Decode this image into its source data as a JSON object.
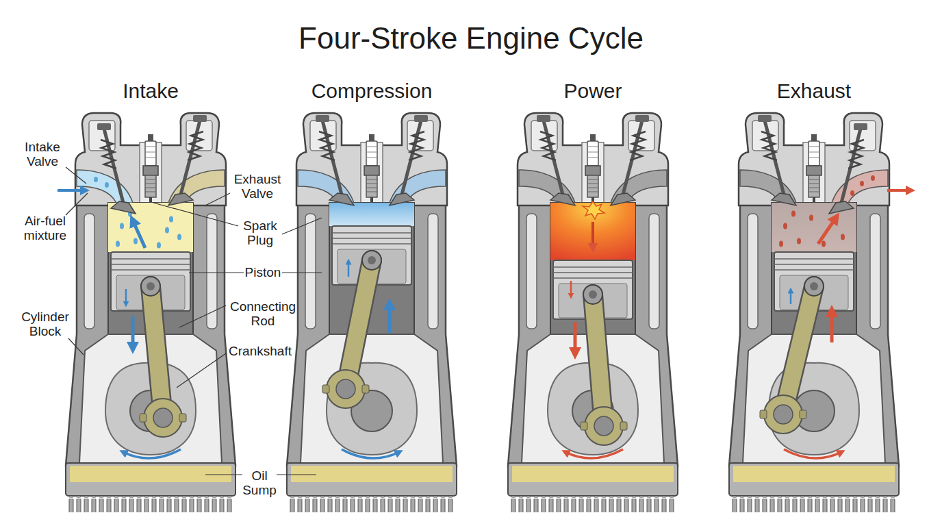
{
  "diagram": {
    "title": "Four-Stroke Engine Cycle",
    "labels": [
      "Intake",
      "Compression",
      "Power",
      "Exhaust",
      "Intake Valve",
      "Air-fuel mixture",
      "Exhaust Valve",
      "Spark Plug",
      "Piston",
      "Connecting Rod",
      "Crankshaft",
      "Cylinder Block",
      "Oil Sump"
    ]
  }
}
